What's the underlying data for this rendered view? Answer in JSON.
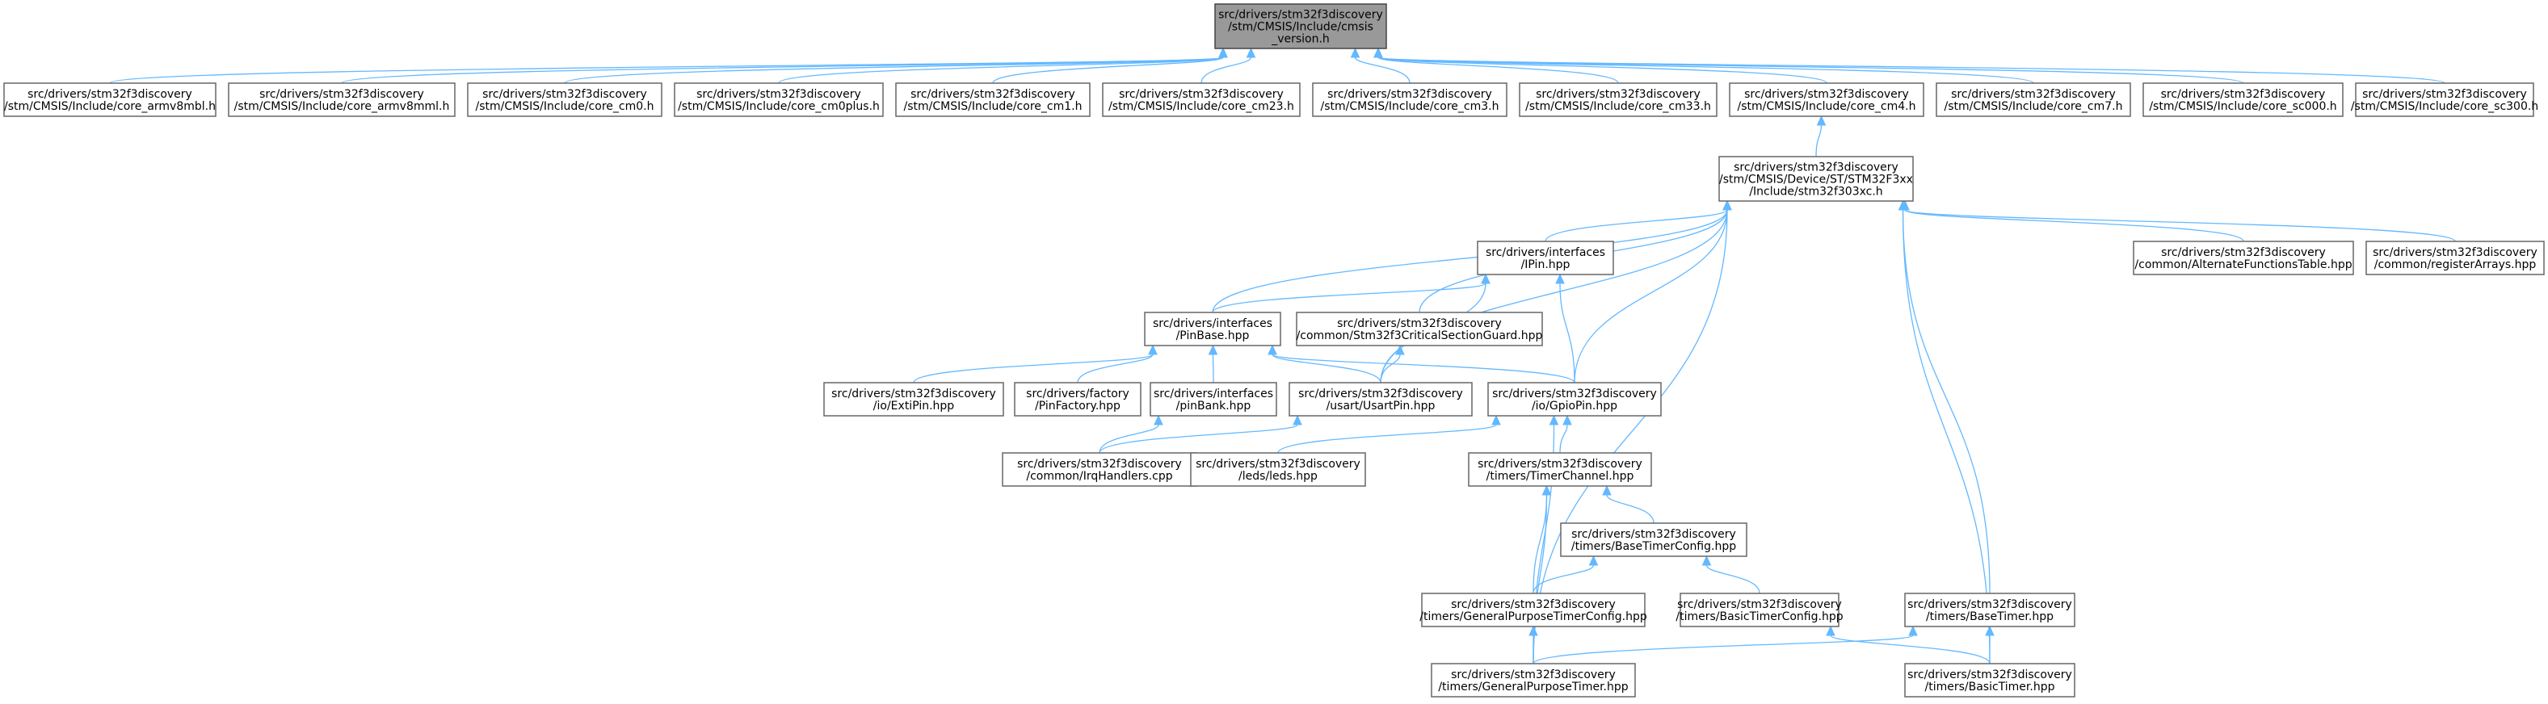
{
  "graph": {
    "nodes": [
      {
        "id": "cmsis_version",
        "label": [
          "src/drivers/stm32f3discovery",
          "/stm/CMSIS/Include/cmsis",
          "_version.h"
        ],
        "root": true
      },
      {
        "id": "core_armv8mbl",
        "label": [
          "src/drivers/stm32f3discovery",
          "/stm/CMSIS/Include/core_armv8mbl.h"
        ]
      },
      {
        "id": "core_armv8mml",
        "label": [
          "src/drivers/stm32f3discovery",
          "/stm/CMSIS/Include/core_armv8mml.h"
        ]
      },
      {
        "id": "core_cm0",
        "label": [
          "src/drivers/stm32f3discovery",
          "/stm/CMSIS/Include/core_cm0.h"
        ]
      },
      {
        "id": "core_cm0plus",
        "label": [
          "src/drivers/stm32f3discovery",
          "/stm/CMSIS/Include/core_cm0plus.h"
        ]
      },
      {
        "id": "core_cm1",
        "label": [
          "src/drivers/stm32f3discovery",
          "/stm/CMSIS/Include/core_cm1.h"
        ]
      },
      {
        "id": "core_cm23",
        "label": [
          "src/drivers/stm32f3discovery",
          "/stm/CMSIS/Include/core_cm23.h"
        ]
      },
      {
        "id": "core_cm3",
        "label": [
          "src/drivers/stm32f3discovery",
          "/stm/CMSIS/Include/core_cm3.h"
        ]
      },
      {
        "id": "core_cm33",
        "label": [
          "src/drivers/stm32f3discovery",
          "/stm/CMSIS/Include/core_cm33.h"
        ]
      },
      {
        "id": "core_cm4",
        "label": [
          "src/drivers/stm32f3discovery",
          "/stm/CMSIS/Include/core_cm4.h"
        ]
      },
      {
        "id": "core_cm7",
        "label": [
          "src/drivers/stm32f3discovery",
          "/stm/CMSIS/Include/core_cm7.h"
        ]
      },
      {
        "id": "core_sc000",
        "label": [
          "src/drivers/stm32f3discovery",
          "/stm/CMSIS/Include/core_sc000.h"
        ]
      },
      {
        "id": "core_sc300",
        "label": [
          "src/drivers/stm32f3discovery",
          "/stm/CMSIS/Include/core_sc300.h"
        ]
      },
      {
        "id": "stm32f303xc",
        "label": [
          "src/drivers/stm32f3discovery",
          "/stm/CMSIS/Device/ST/STM32F3xx",
          "/Include/stm32f303xc.h"
        ]
      },
      {
        "id": "ipin",
        "label": [
          "src/drivers/interfaces",
          "/IPin.hpp"
        ]
      },
      {
        "id": "alt_func_table",
        "label": [
          "src/drivers/stm32f3discovery",
          "/common/AlternateFunctionsTable.hpp"
        ]
      },
      {
        "id": "register_arrays",
        "label": [
          "src/drivers/stm32f3discovery",
          "/common/registerArrays.hpp"
        ]
      },
      {
        "id": "pinbase",
        "label": [
          "src/drivers/interfaces",
          "/PinBase.hpp"
        ]
      },
      {
        "id": "critical_section",
        "label": [
          "src/drivers/stm32f3discovery",
          "/common/Stm32f3CriticalSectionGuard.hpp"
        ]
      },
      {
        "id": "extipin",
        "label": [
          "src/drivers/stm32f3discovery",
          "/io/ExtiPin.hpp"
        ]
      },
      {
        "id": "pinfactory",
        "label": [
          "src/drivers/factory",
          "/PinFactory.hpp"
        ]
      },
      {
        "id": "pinbank",
        "label": [
          "src/drivers/interfaces",
          "/pinBank.hpp"
        ]
      },
      {
        "id": "usartpin",
        "label": [
          "src/drivers/stm32f3discovery",
          "/usart/UsartPin.hpp"
        ]
      },
      {
        "id": "gpiopin",
        "label": [
          "src/drivers/stm32f3discovery",
          "/io/GpioPin.hpp"
        ]
      },
      {
        "id": "irqhandlers",
        "label": [
          "src/drivers/stm32f3discovery",
          "/common/IrqHandlers.cpp"
        ]
      },
      {
        "id": "leds",
        "label": [
          "src/drivers/stm32f3discovery",
          "/leds/leds.hpp"
        ]
      },
      {
        "id": "timerchannel",
        "label": [
          "src/drivers/stm32f3discovery",
          "/timers/TimerChannel.hpp"
        ]
      },
      {
        "id": "basetimerconfig",
        "label": [
          "src/drivers/stm32f3discovery",
          "/timers/BaseTimerConfig.hpp"
        ]
      },
      {
        "id": "gp_timer_config",
        "label": [
          "src/drivers/stm32f3discovery",
          "/timers/GeneralPurposeTimerConfig.hpp"
        ]
      },
      {
        "id": "basic_timer_config",
        "label": [
          "src/drivers/stm32f3discovery",
          "/timers/BasicTimerConfig.hpp"
        ]
      },
      {
        "id": "basetimer",
        "label": [
          "src/drivers/stm32f3discovery",
          "/timers/BaseTimer.hpp"
        ]
      },
      {
        "id": "gp_timer",
        "label": [
          "src/drivers/stm32f3discovery",
          "/timers/GeneralPurposeTimer.hpp"
        ]
      },
      {
        "id": "basic_timer",
        "label": [
          "src/drivers/stm32f3discovery",
          "/timers/BasicTimer.hpp"
        ]
      }
    ],
    "edges": [
      {
        "from": "core_armv8mbl",
        "to": "cmsis_version"
      },
      {
        "from": "core_armv8mml",
        "to": "cmsis_version"
      },
      {
        "from": "core_cm0",
        "to": "cmsis_version"
      },
      {
        "from": "core_cm0plus",
        "to": "cmsis_version"
      },
      {
        "from": "core_cm1",
        "to": "cmsis_version"
      },
      {
        "from": "core_cm23",
        "to": "cmsis_version"
      },
      {
        "from": "core_cm3",
        "to": "cmsis_version"
      },
      {
        "from": "core_cm33",
        "to": "cmsis_version"
      },
      {
        "from": "core_cm4",
        "to": "cmsis_version"
      },
      {
        "from": "core_cm7",
        "to": "cmsis_version"
      },
      {
        "from": "core_sc000",
        "to": "cmsis_version"
      },
      {
        "from": "core_sc300",
        "to": "cmsis_version"
      },
      {
        "from": "stm32f303xc",
        "to": "core_cm4"
      },
      {
        "from": "ipin",
        "to": "stm32f303xc"
      },
      {
        "from": "alt_func_table",
        "to": "stm32f303xc"
      },
      {
        "from": "register_arrays",
        "to": "stm32f303xc"
      },
      {
        "from": "pinbase",
        "to": "stm32f303xc"
      },
      {
        "from": "critical_section",
        "to": "stm32f303xc"
      },
      {
        "from": "usartpin",
        "to": "stm32f303xc"
      },
      {
        "from": "gpiopin",
        "to": "stm32f303xc"
      },
      {
        "from": "gp_timer",
        "to": "stm32f303xc"
      },
      {
        "from": "basetimer",
        "to": "stm32f303xc"
      },
      {
        "from": "basic_timer",
        "to": "stm32f303xc"
      },
      {
        "from": "pinbase",
        "to": "ipin"
      },
      {
        "from": "usartpin",
        "to": "ipin"
      },
      {
        "from": "gpiopin",
        "to": "ipin"
      },
      {
        "from": "extipin",
        "to": "pinbase"
      },
      {
        "from": "pinfactory",
        "to": "pinbase"
      },
      {
        "from": "pinbank",
        "to": "pinbase"
      },
      {
        "from": "usartpin",
        "to": "pinbase"
      },
      {
        "from": "gpiopin",
        "to": "pinbase"
      },
      {
        "from": "usartpin",
        "to": "critical_section"
      },
      {
        "from": "irqhandlers",
        "to": "pinbank"
      },
      {
        "from": "irqhandlers",
        "to": "usartpin"
      },
      {
        "from": "leds",
        "to": "gpiopin"
      },
      {
        "from": "timerchannel",
        "to": "gpiopin"
      },
      {
        "from": "gp_timer",
        "to": "gpiopin"
      },
      {
        "from": "basetimerconfig",
        "to": "timerchannel"
      },
      {
        "from": "gp_timer_config",
        "to": "timerchannel"
      },
      {
        "from": "gp_timer",
        "to": "timerchannel"
      },
      {
        "from": "gp_timer_config",
        "to": "basetimerconfig"
      },
      {
        "from": "basic_timer_config",
        "to": "basetimerconfig"
      },
      {
        "from": "gp_timer",
        "to": "gp_timer_config"
      },
      {
        "from": "basic_timer",
        "to": "basic_timer_config"
      },
      {
        "from": "gp_timer",
        "to": "basetimer"
      },
      {
        "from": "basic_timer",
        "to": "basetimer"
      }
    ]
  }
}
